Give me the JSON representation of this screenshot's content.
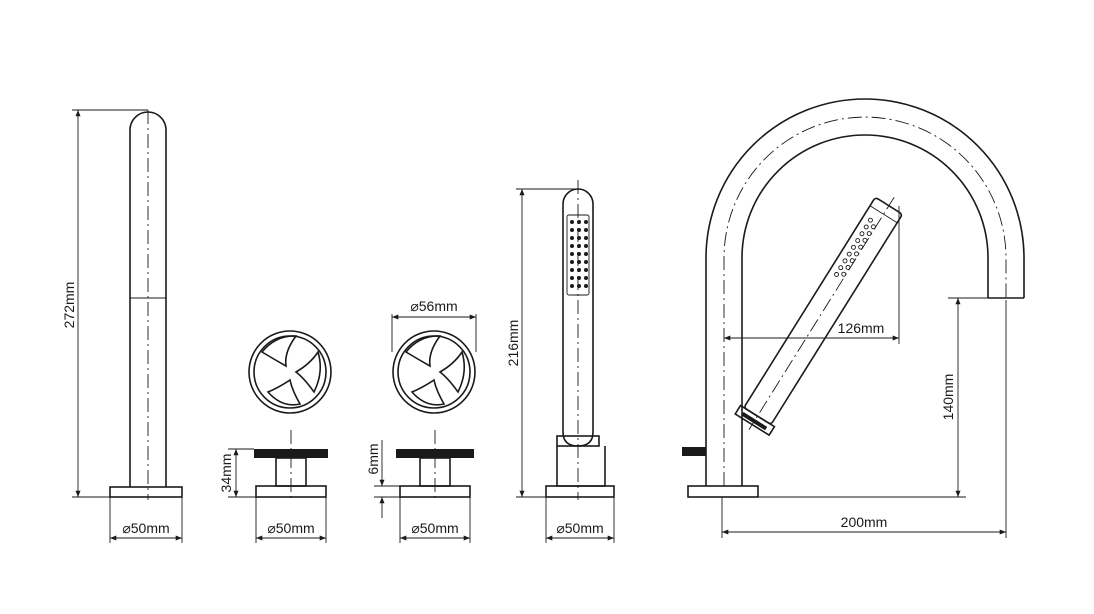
{
  "diagram": {
    "labels": {
      "spout_height": "272mm",
      "spout_base": "⌀50mm",
      "handle_left_base": "⌀50mm",
      "handle_left_height": "34mm",
      "handle_right_base": "⌀50mm",
      "handle_right_height": "6mm",
      "handle_diameter": "⌀56mm",
      "shower_height": "216mm",
      "shower_base": "⌀50mm",
      "reach": "126mm",
      "outlet_height": "140mm",
      "overall_width": "200mm"
    }
  }
}
